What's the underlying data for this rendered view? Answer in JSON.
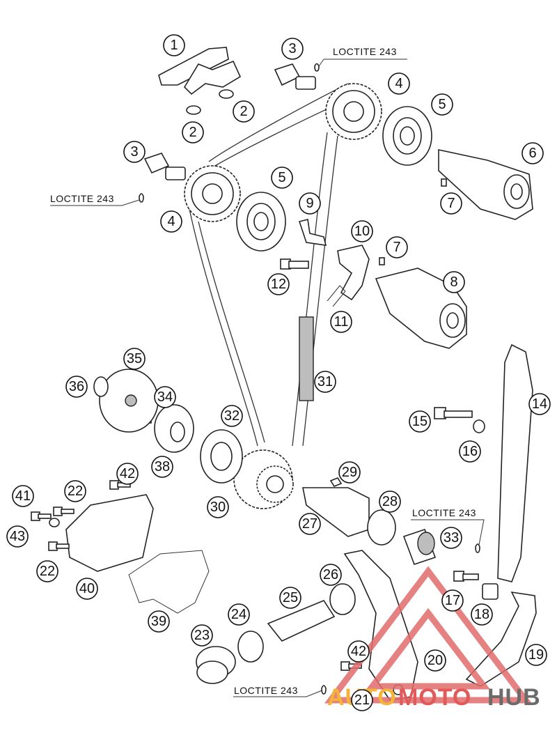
{
  "notes": {
    "loctite": "LOCTITE 243"
  },
  "watermark": {
    "part1": "AUTO",
    "part2": "MOTO",
    "part3": "HUB",
    "colors": {
      "auto": "#f3b437",
      "moto": "#e05a5a",
      "hub": "#6b6b6b",
      "triangle": "#e06b6b"
    }
  },
  "callouts": {
    "c1": "1",
    "c2a": "2",
    "c2b": "2",
    "c3a": "3",
    "c3b": "3",
    "c4a": "4",
    "c4b": "4",
    "c5a": "5",
    "c5b": "5",
    "c6": "6",
    "c7a": "7",
    "c7b": "7",
    "c8": "8",
    "c9": "9",
    "c10": "10",
    "c11": "11",
    "c12": "12",
    "c14": "14",
    "c15": "15",
    "c16": "16",
    "c17": "17",
    "c18": "18",
    "c19": "19",
    "c20": "20",
    "c21": "21",
    "c22a": "22",
    "c22b": "22",
    "c23": "23",
    "c24": "24",
    "c25": "25",
    "c26": "26",
    "c27": "27",
    "c28": "28",
    "c29": "29",
    "c30": "30",
    "c31": "31",
    "c32": "32",
    "c33": "33",
    "c34": "34",
    "c35": "35",
    "c36": "36",
    "c38": "38",
    "c39": "39",
    "c40": "40",
    "c41": "41",
    "c42a": "42",
    "c42b": "42",
    "c43": "43"
  }
}
